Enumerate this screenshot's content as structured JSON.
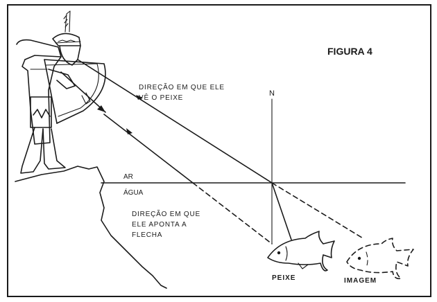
{
  "figure": {
    "title": "FIGURA 4",
    "normal_label": "N",
    "medium_air": "AR",
    "medium_water": "ÁGUA",
    "seen_direction": [
      "DIREÇÃO EM QUE ELE",
      "VÊ O PEIXE"
    ],
    "aim_direction": [
      "DIREÇÃO EM QUE",
      "ELE APONTA A",
      "FLECHA"
    ],
    "fish_label": "PEIXE",
    "image_label": "IMAGEM"
  },
  "icons": {
    "archer": "indigenous-archer-icon",
    "bow": "bow-and-arrow-icon",
    "fish": "fish-icon",
    "fish_image": "dashed-fish-image-icon"
  },
  "colors": {
    "ink": "#1a1a1a",
    "paper": "#ffffff"
  }
}
